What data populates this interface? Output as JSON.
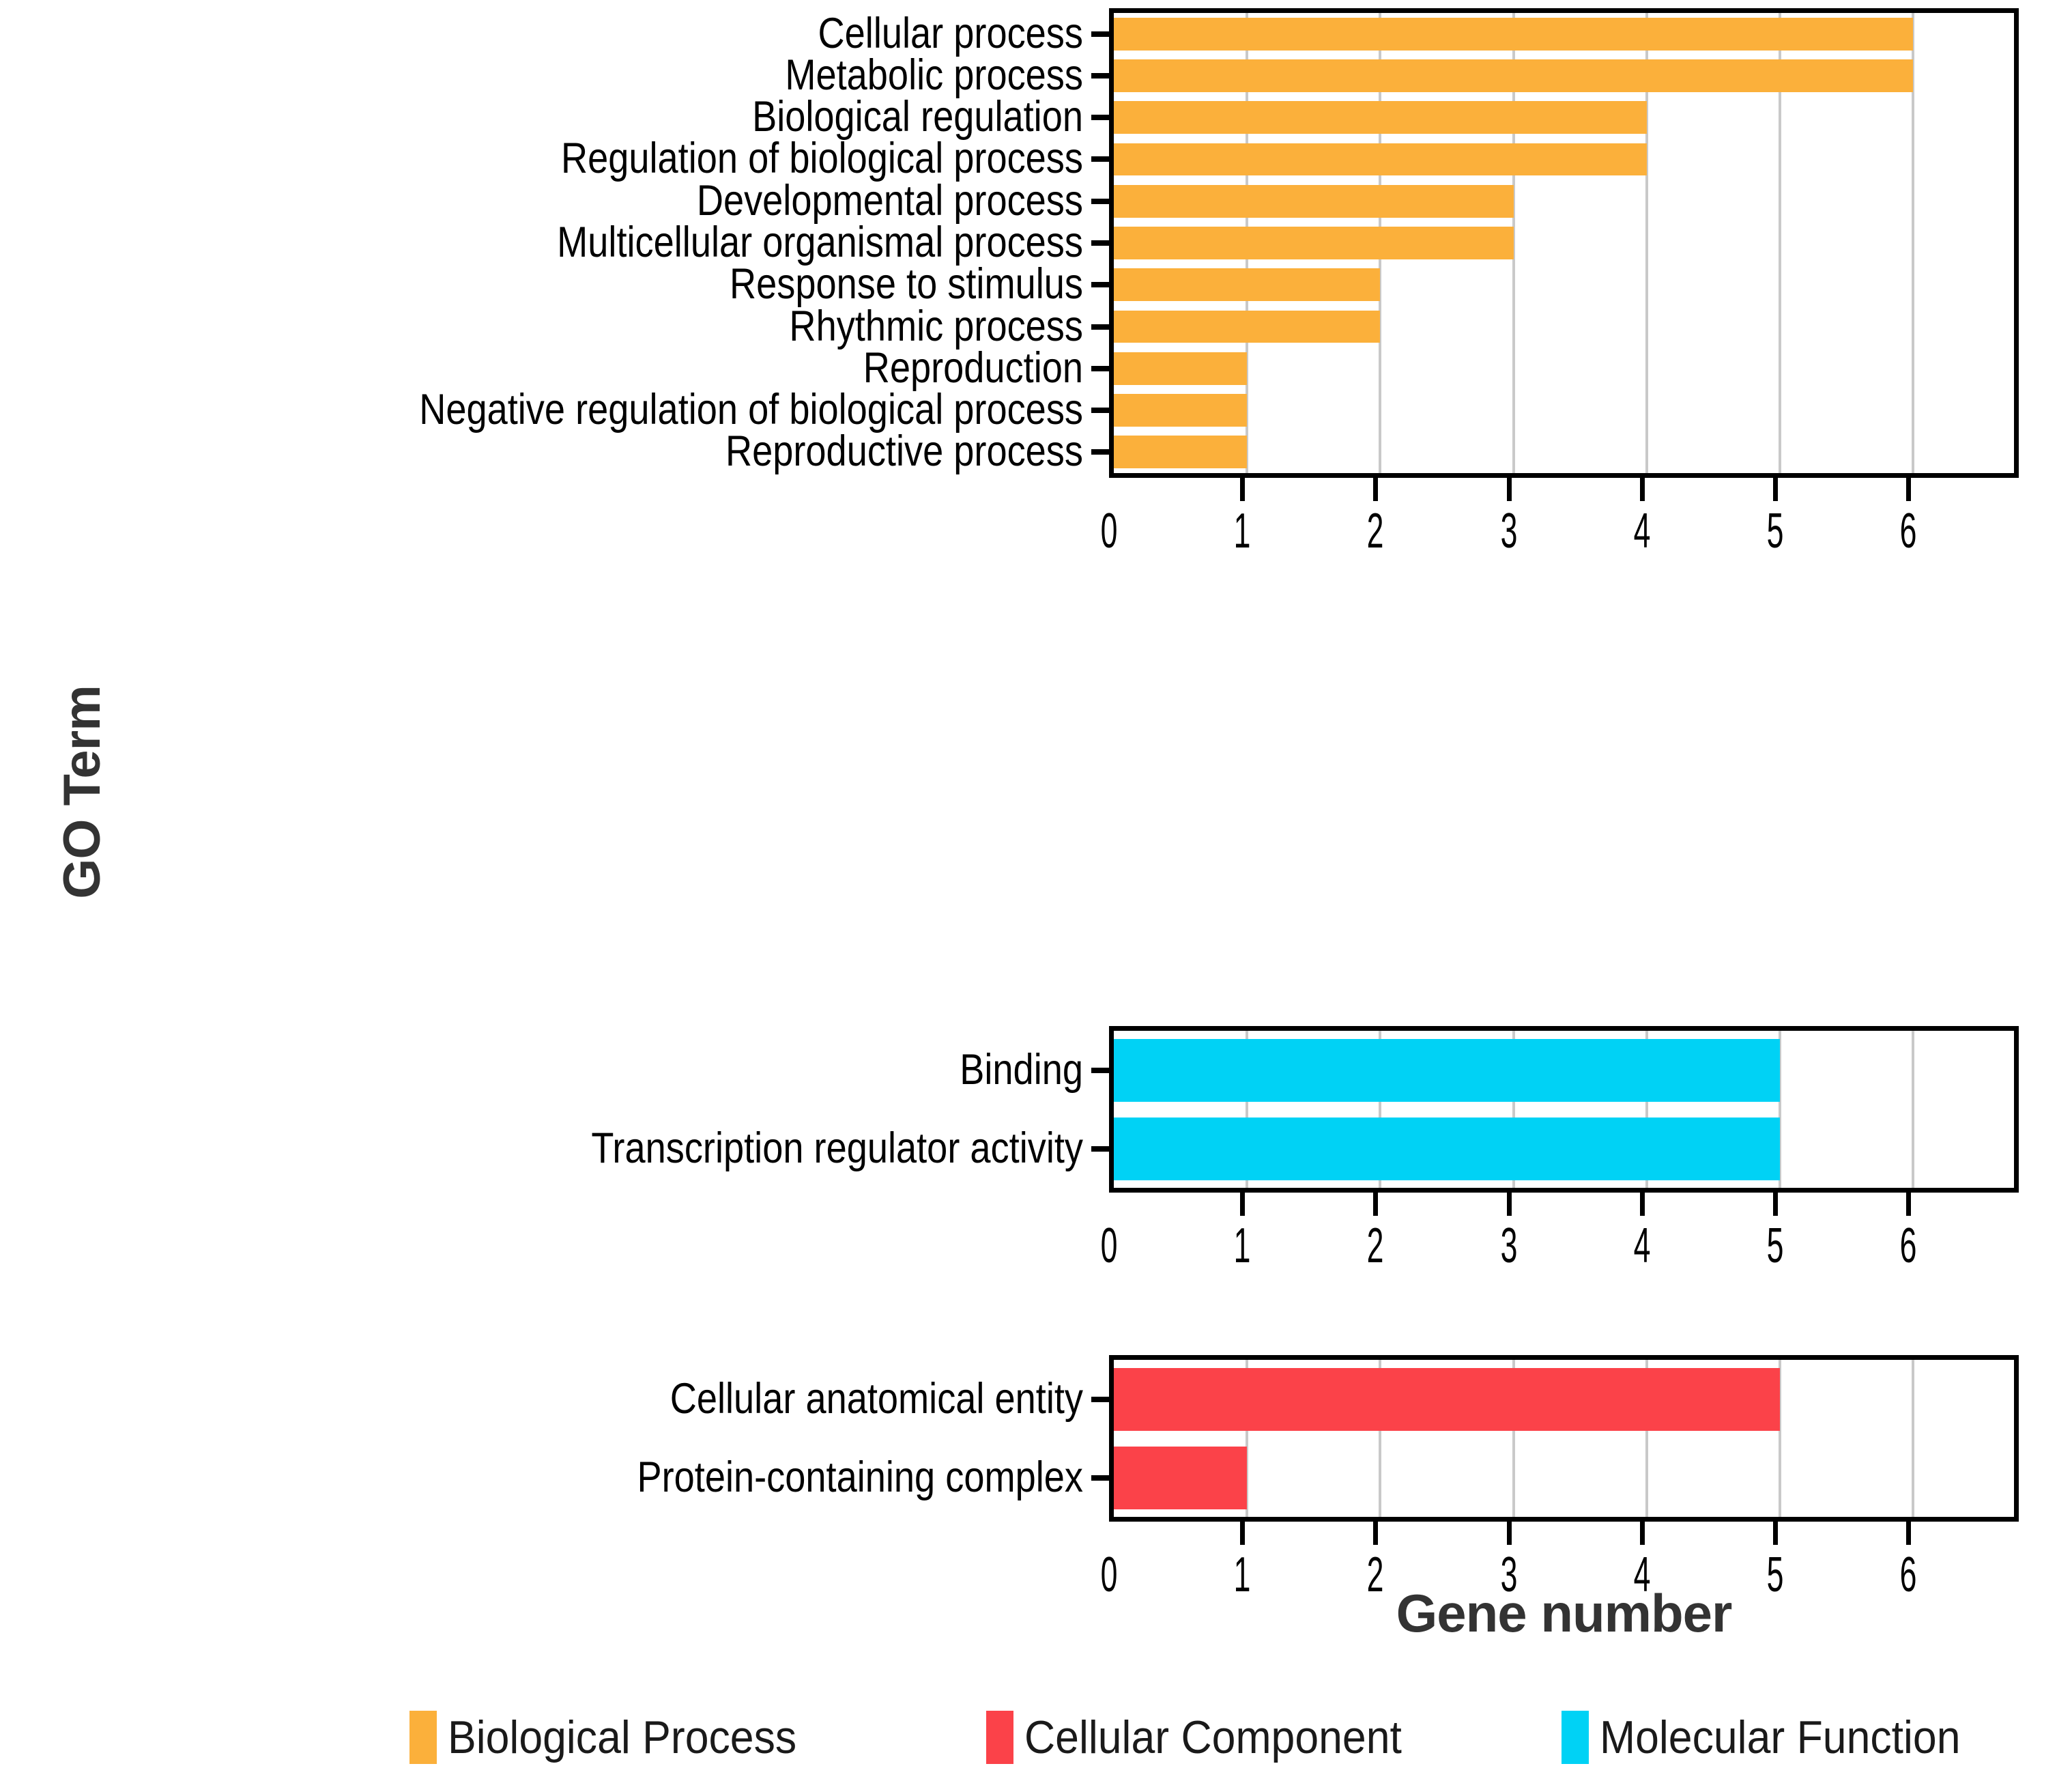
{
  "axes": {
    "y_title": "GO Term",
    "x_title": "Gene number"
  },
  "colors": {
    "biological_process": "#FBB03B",
    "cellular_component": "#FB4249",
    "molecular_function": "#00D2F5",
    "panel_border": "#000000",
    "gridline": "#C9C9C9",
    "axis_title": "#333333"
  },
  "legend": {
    "position": "bottom",
    "items": [
      {
        "label": "Biological Process",
        "color": "#FBB03B"
      },
      {
        "label": "Cellular Component",
        "color": "#FB4249"
      },
      {
        "label": "Molecular Function",
        "color": "#00D2F5"
      }
    ]
  },
  "xticks": [
    "0",
    "1",
    "2",
    "3",
    "4",
    "5",
    "6"
  ],
  "chart_data": {
    "type": "bar",
    "orientation": "horizontal",
    "title": "",
    "xlabel": "Gene number",
    "ylabel": "GO Term",
    "xlim": [
      0,
      6.83
    ],
    "xticks": [
      0,
      1,
      2,
      3,
      4,
      5,
      6
    ],
    "grid": "vertical-dashed",
    "legend_position": "bottom",
    "panels": [
      {
        "name": "Biological Process",
        "color": "#FBB03B",
        "categories": [
          "Cellular process",
          "Metabolic process",
          "Biological regulation",
          "Regulation of biological process",
          "Developmental process",
          "Multicellular organismal process",
          "Response to stimulus",
          "Rhythmic process",
          "Reproduction",
          "Negative regulation of biological process",
          "Reproductive process"
        ],
        "values": [
          6,
          6,
          4,
          4,
          3,
          3,
          2,
          2,
          1,
          1,
          1
        ]
      },
      {
        "name": "Molecular Function",
        "color": "#00D2F5",
        "categories": [
          "Binding",
          "Transcription regulator activity"
        ],
        "values": [
          5,
          5
        ]
      },
      {
        "name": "Cellular Component",
        "color": "#FB4249",
        "categories": [
          "Cellular anatomical entity",
          "Protein-containing complex"
        ],
        "values": [
          5,
          1
        ]
      }
    ]
  }
}
